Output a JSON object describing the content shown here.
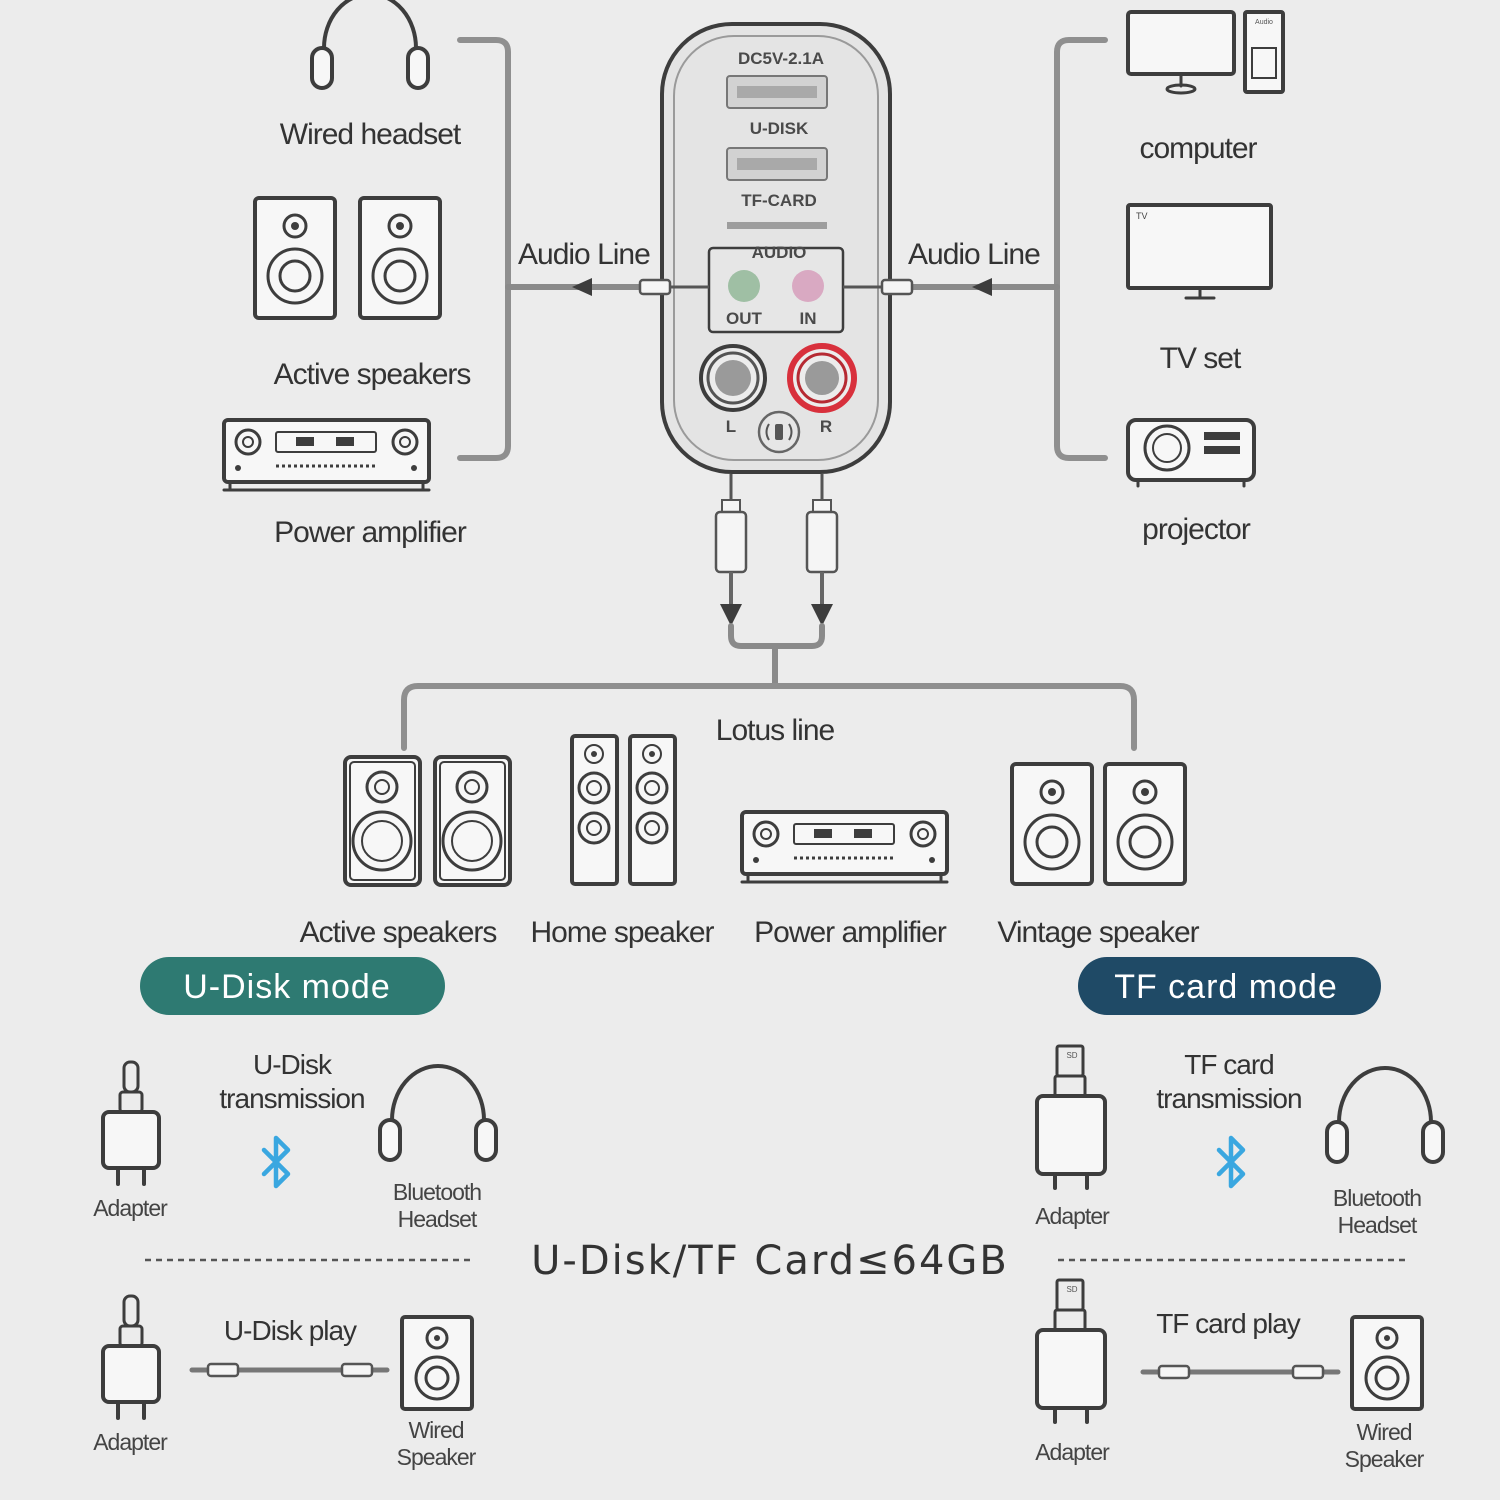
{
  "device": {
    "dc_label": "DC5V-2.1A",
    "udisk_label": "U-DISK",
    "tf_label": "TF-CARD",
    "audio_label": "AUDIO",
    "out_label": "OUT",
    "in_label": "IN",
    "l_label": "L",
    "r_label": "R"
  },
  "left_group": {
    "wired_headset": "Wired headset",
    "active_speakers": "Active speakers",
    "power_amplifier": "Power amplifier",
    "audio_line": "Audio Line"
  },
  "right_group": {
    "computer": "computer",
    "tv_set": "TV set",
    "projector": "projector",
    "audio_line": "Audio Line"
  },
  "bottom_group": {
    "lotus_line": "Lotus line",
    "active_speakers": "Active speakers",
    "home_speaker": "Home speaker",
    "power_amplifier": "Power amplifier",
    "vintage_speaker": "Vintage speaker"
  },
  "modes": {
    "udisk_mode": "U-Disk mode",
    "tf_mode": "TF card mode",
    "capacity": "U-Disk/TF Card≤64GB",
    "udisk_transmission_1": "U-Disk",
    "udisk_transmission_2": "transmission",
    "tf_transmission_1": "TF card",
    "tf_transmission_2": "transmission",
    "adapter": "Adapter",
    "bt_headset_1": "Bluetooth",
    "bt_headset_2": "Headset",
    "udisk_play": "U-Disk play",
    "tf_play": "TF card play",
    "wired_speaker_1": "Wired",
    "wired_speaker_2": "Speaker",
    "tv_screen_tag": "TV",
    "tower_tag": "Audio",
    "sd_tag": "SD"
  },
  "colors": {
    "udisk_pill": "#2e7a72",
    "tf_pill": "#1f4a66",
    "bluetooth": "#3aa7e0",
    "jack_out": "#9fbfa4",
    "jack_in": "#d9a9c2",
    "rca_red": "#d8303c"
  }
}
